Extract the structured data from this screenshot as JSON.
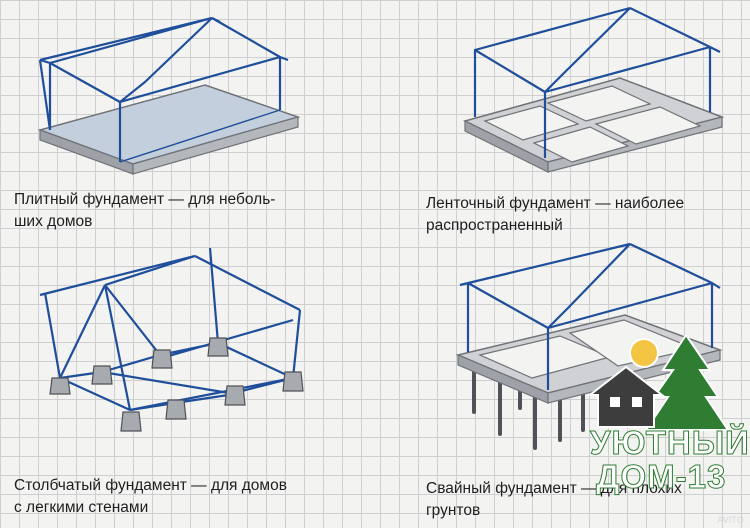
{
  "captions": [
    {
      "line1": "Плитный фундамент — для неболь-",
      "line2": "ших домов"
    },
    {
      "line1": "Ленточный фундамент — наиболее",
      "line2": "распространенный"
    },
    {
      "line1": "Столбчатый фундамент — для домов",
      "line2": "с легкими стенами"
    },
    {
      "line1": "Свайный фундамент — для плохих",
      "line2": "грунтов"
    }
  ],
  "logo": {
    "line1": "УЮТНЫЙ",
    "line2": "ДОМ-13"
  },
  "watermark": "AVITO",
  "colors": {
    "frame": "#1f4e9a",
    "base": "#bfc1c4",
    "base_edge": "#6f7277",
    "slab_fill": "#b9c7d8",
    "logo_green": "#2e7d32",
    "logo_sun": "#f4c542"
  }
}
